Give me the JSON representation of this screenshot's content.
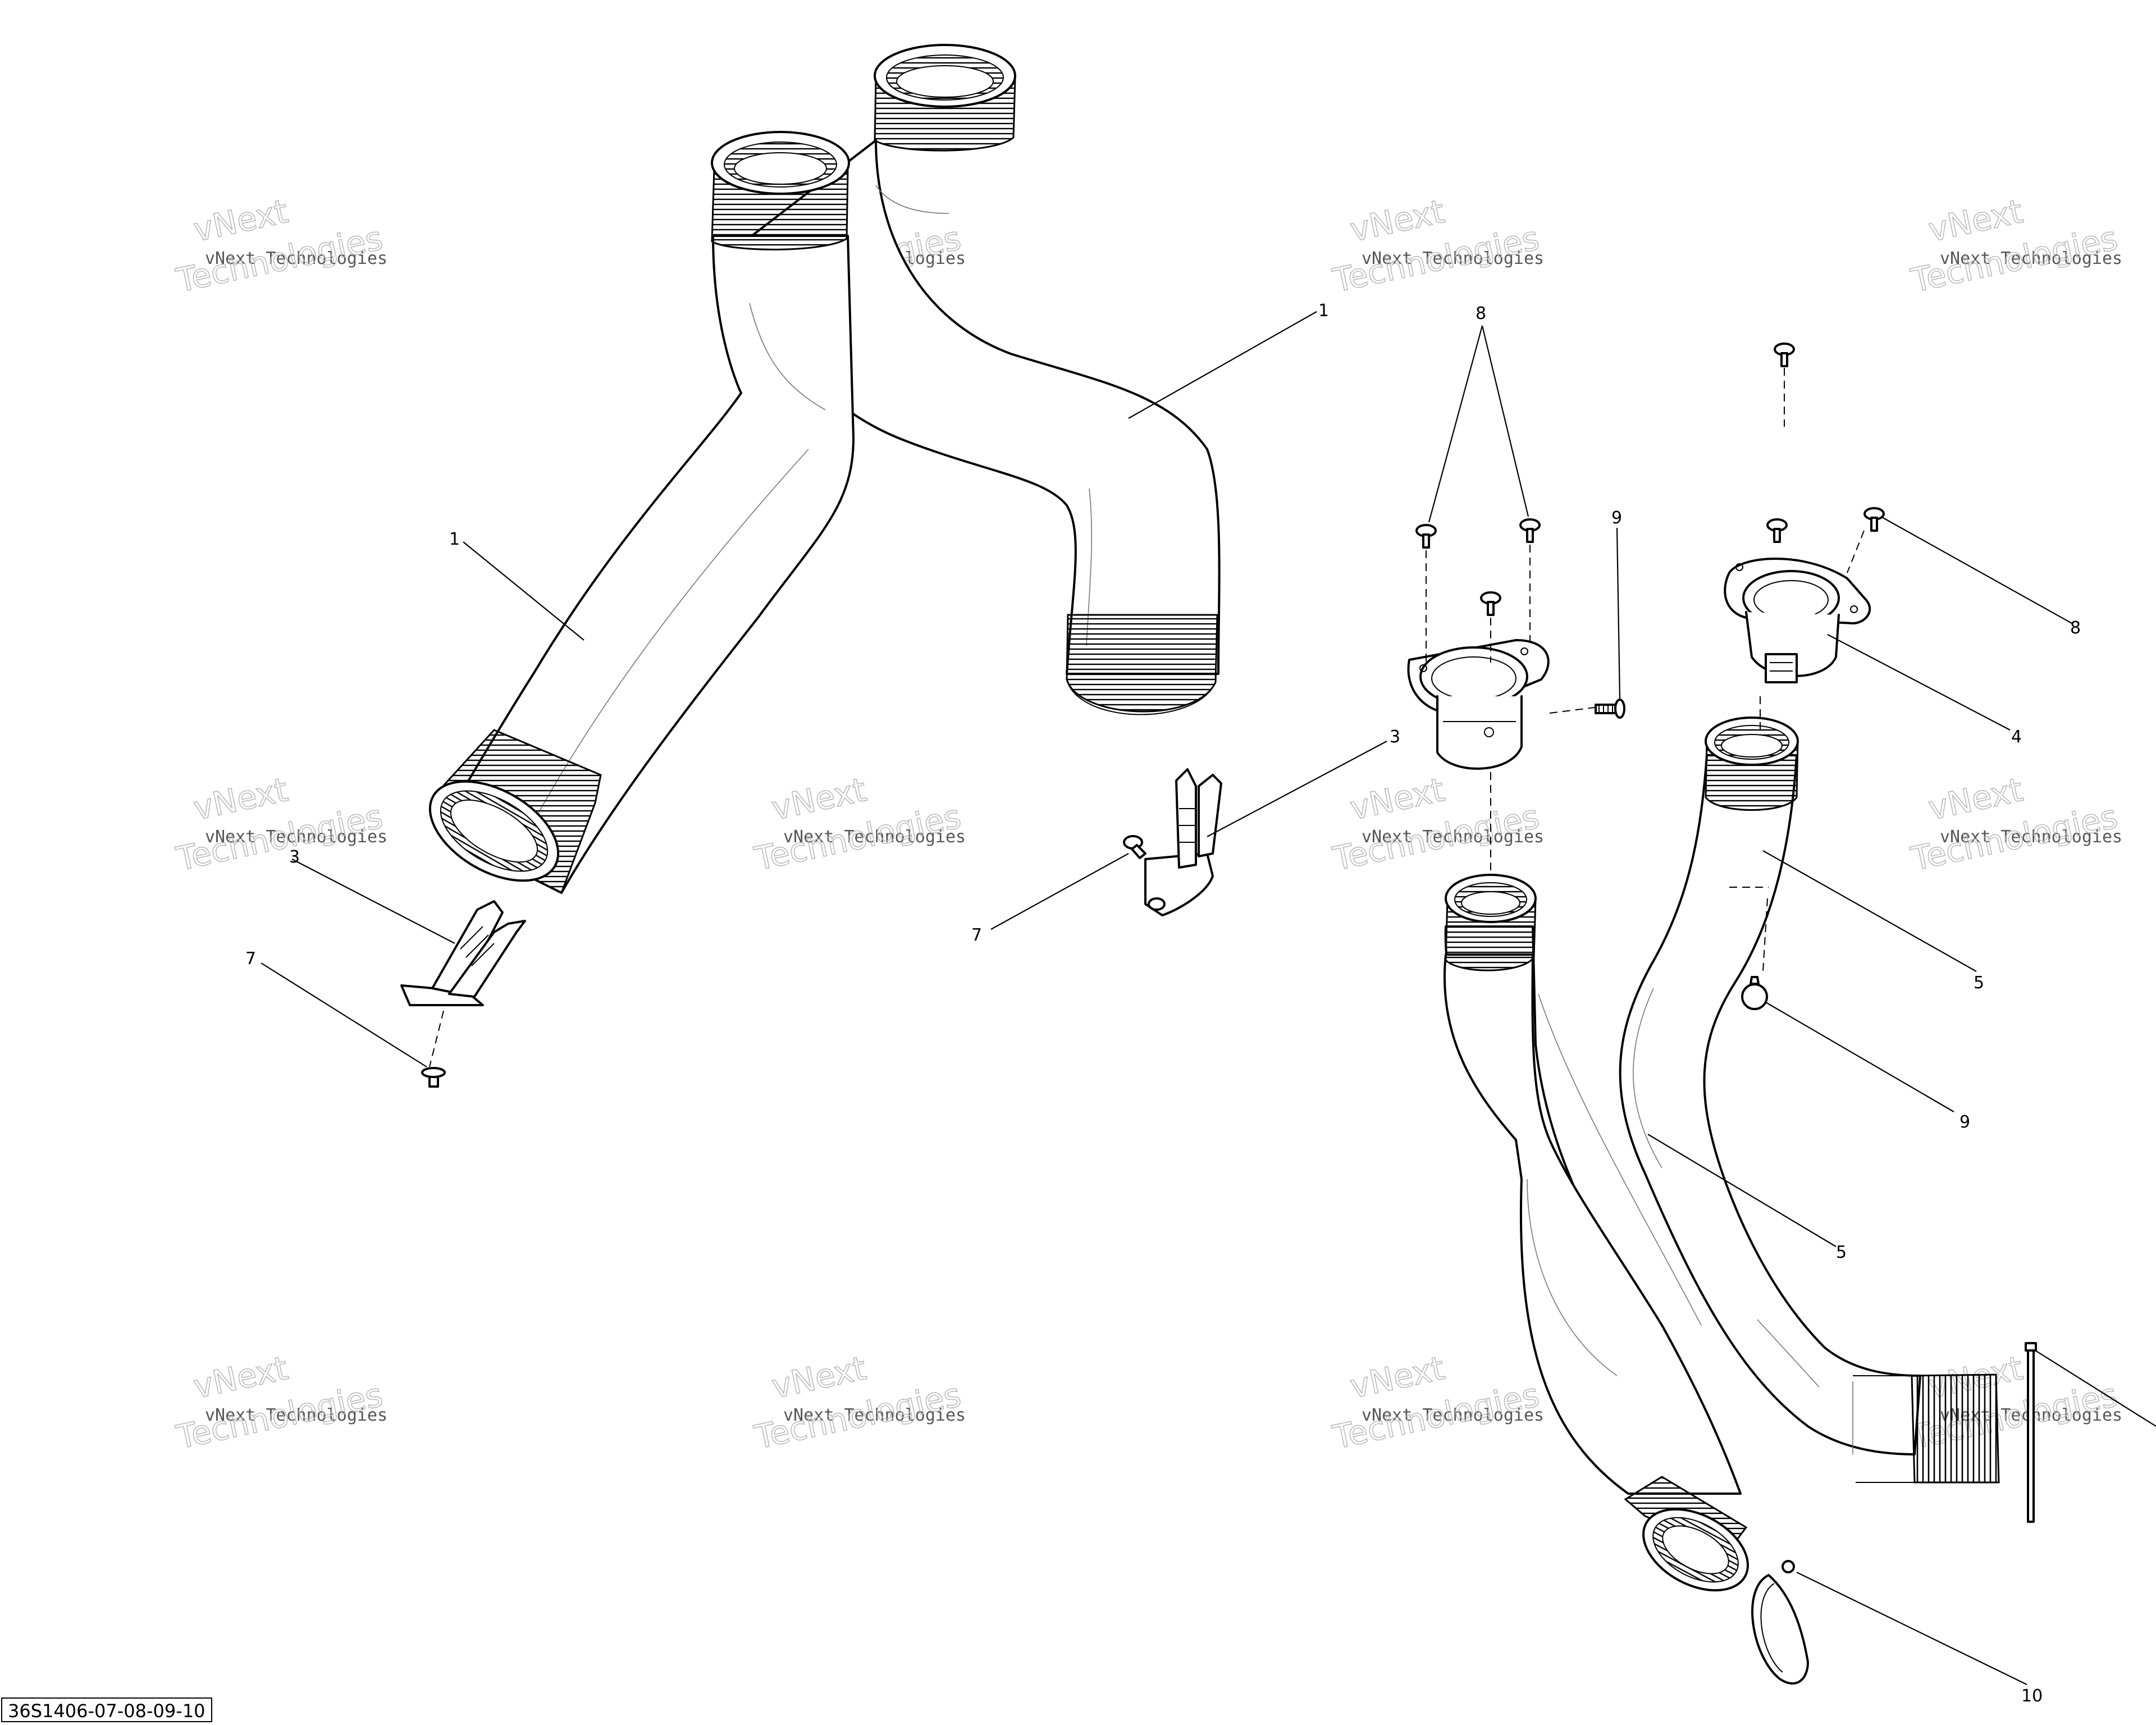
{
  "diagram_ref": "36S1406-07-08-09-10",
  "watermark": {
    "line1": "vNext",
    "line2": "vNext Technologies",
    "line3": "Technologies"
  },
  "callouts": [
    {
      "id": "c1a",
      "label": "1"
    },
    {
      "id": "c1b",
      "label": "1"
    },
    {
      "id": "c3a",
      "label": "3"
    },
    {
      "id": "c3b",
      "label": "3"
    },
    {
      "id": "c4",
      "label": "4"
    },
    {
      "id": "c5a",
      "label": "5"
    },
    {
      "id": "c5b",
      "label": "5"
    },
    {
      "id": "c7a",
      "label": "7"
    },
    {
      "id": "c7b",
      "label": "7"
    },
    {
      "id": "c8a",
      "label": "8"
    },
    {
      "id": "c8b",
      "label": "8"
    },
    {
      "id": "c9a",
      "label": "9"
    },
    {
      "id": "c9b",
      "label": "9"
    },
    {
      "id": "c10",
      "label": "10"
    }
  ]
}
